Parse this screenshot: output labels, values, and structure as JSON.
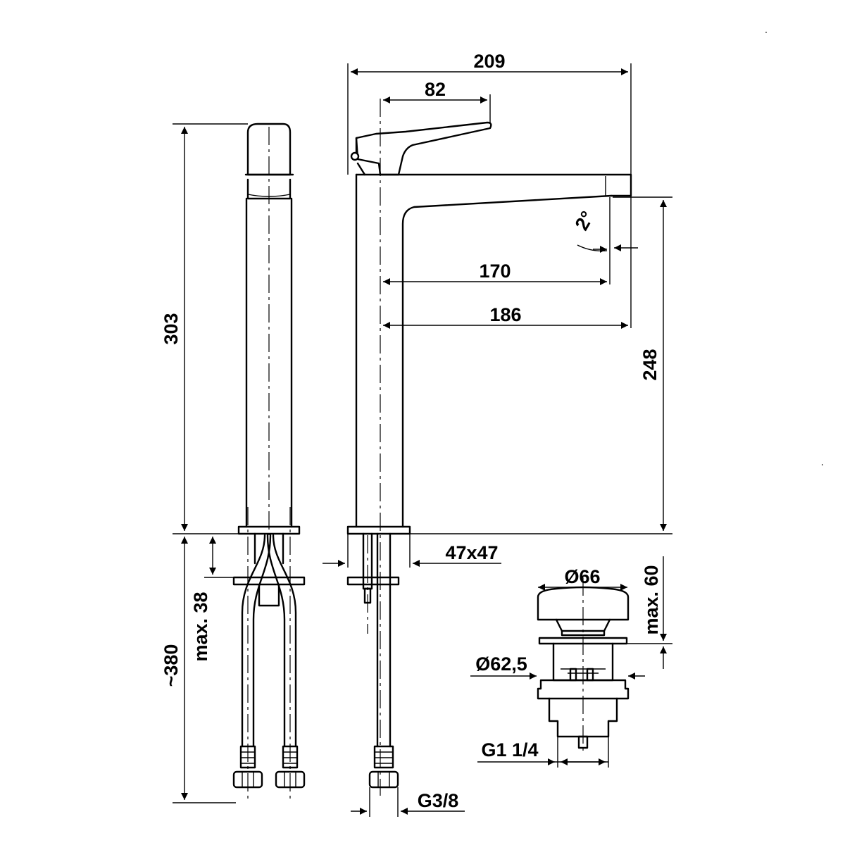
{
  "dimensions": {
    "overall_width": "209",
    "handle_length": "82",
    "spout_reach_aerator": "170",
    "spout_reach": "186",
    "total_height": "303",
    "spout_height": "248",
    "spout_angle": "2°",
    "hose_length": "~380",
    "max_deck_thickness": "max. 38",
    "base_size": "47x47",
    "hose_thread": "G3/8",
    "waste_cap_diameter": "Ø66",
    "waste_flange_diameter": "Ø62,5",
    "waste_max_height": "max. 60",
    "waste_thread": "G1 1/4"
  }
}
